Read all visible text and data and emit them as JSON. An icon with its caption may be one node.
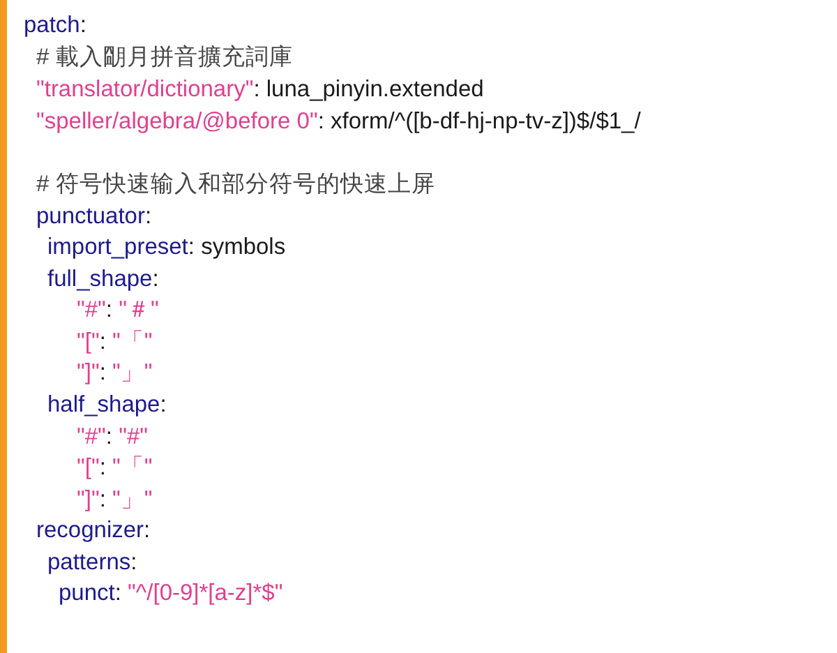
{
  "diagram": {
    "labels": [
      "patch:",
      "# 載入朙月拼音擴充詞庫",
      "\"translator/dictionary\": luna_pinyin.extended",
      "\"speller/algebra/@before 0\": xform/^([b-df-hj-np-tv-z])$/$1_/",
      "# 符号快速输入和部分符号的快速上屏",
      "punctuator:",
      "import_preset: symbols",
      "full_shape:",
      "\"#\": \"＃\"",
      "\"[\": \"「\"",
      "\"]\": \"」\"",
      "half_shape:",
      "\"#\": \"#\"",
      "\"[\": \"「\"",
      "\"]\": \"」\"",
      "recognizer:",
      "patterns:",
      "punct: \"^/[0-9]*[a-z]*$\""
    ]
  }
}
